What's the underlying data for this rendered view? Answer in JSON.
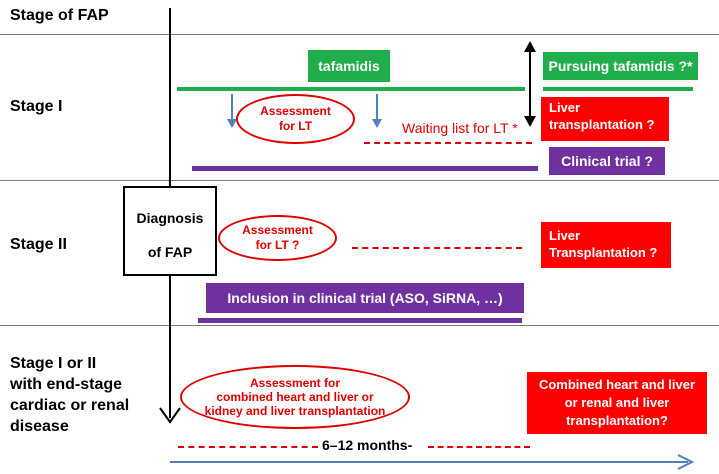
{
  "stages": {
    "header": "Stage of FAP",
    "stage1": "Stage I",
    "stage2": "Stage II",
    "stage3_lines": [
      "Stage I  or  II",
      "with end-stage",
      "cardiac or renal",
      "disease"
    ]
  },
  "diagnosis": {
    "line1": "Diagnosis",
    "line2": "of FAP"
  },
  "stage1": {
    "tafamidis": "tafamidis",
    "pursuing": "Pursuing tafamidis ?*",
    "assessment": [
      "Assessment",
      "for LT"
    ],
    "waiting_list": "Waiting list for LT *",
    "liver_transplant": [
      "Liver",
      "transplantation ?"
    ],
    "clinical_trial": "Clinical trial ?"
  },
  "stage2": {
    "assessment": [
      "Assessment",
      "for LT ?"
    ],
    "liver_transplant": [
      "Liver",
      "Transplantation  ?"
    ],
    "inclusion": "Inclusion in clinical trial (ASO, SiRNA, …)"
  },
  "stage3": {
    "assessment": [
      "Assessment for",
      "combined heart and liver or",
      "kidney and liver transplantation"
    ],
    "combined": [
      "Combined heart and liver",
      "or renal and liver",
      "transplantation?"
    ],
    "duration": "6–12 months-"
  },
  "colors": {
    "green": "#1fae4b",
    "red": "#ff0000",
    "purple": "#7030a0",
    "blue_arrow": "#4f81bd"
  }
}
